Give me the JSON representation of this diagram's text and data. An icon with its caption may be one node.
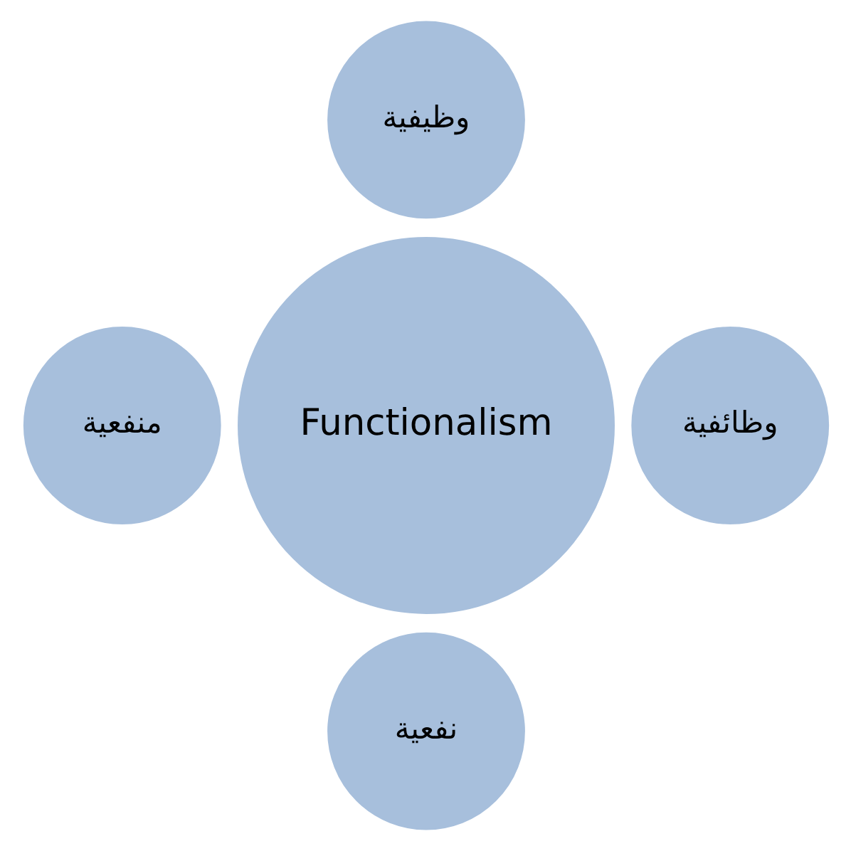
{
  "diagram": {
    "nodes": [
      {
        "text": [
          "Functionalism"
        ]
      },
      {
        "text": [
          "وظيفية"
        ]
      },
      {
        "text": [
          "وظائفية"
        ]
      },
      {
        "text": [
          "نفعية"
        ]
      },
      {
        "text": [
          "منفعية"
        ]
      }
    ]
  }
}
